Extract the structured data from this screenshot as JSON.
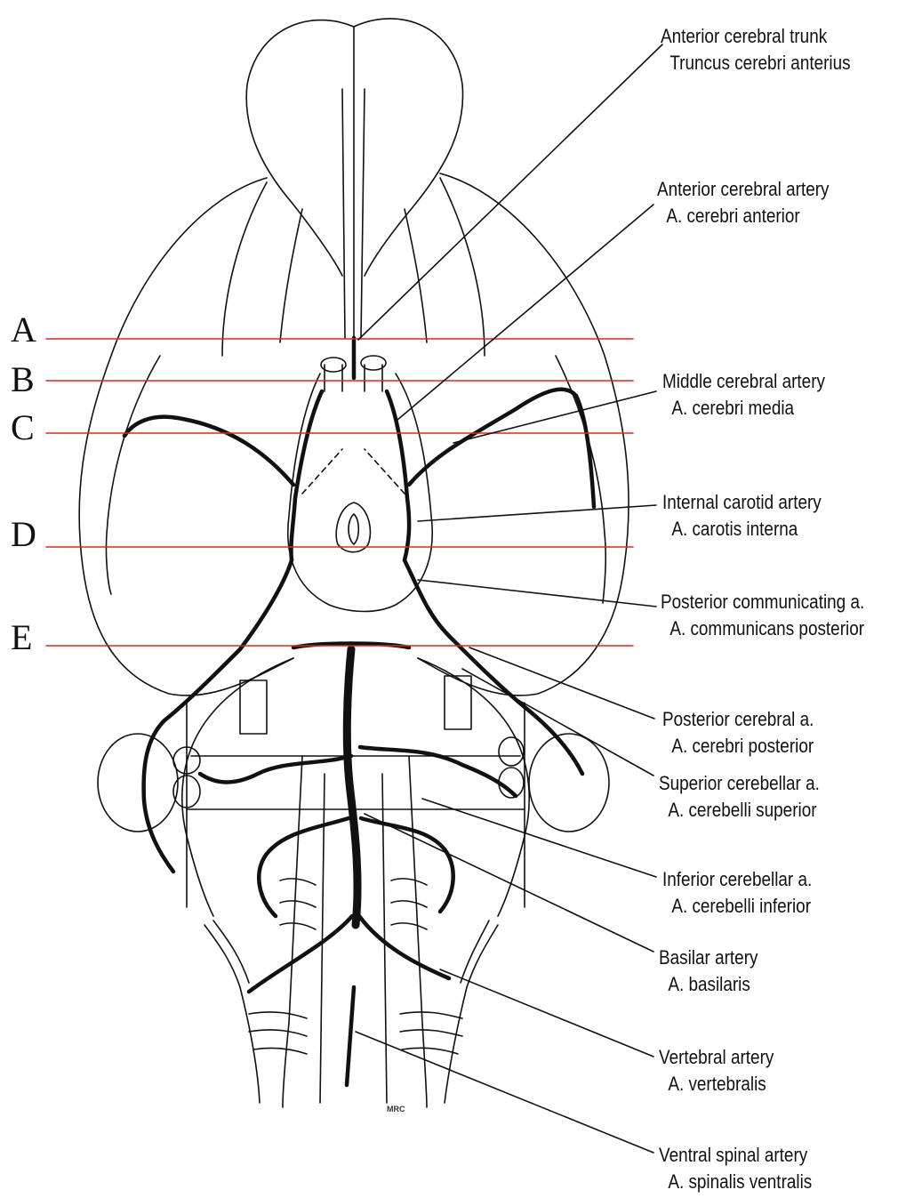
{
  "levels": {
    "A": "A",
    "B": "B",
    "C": "C",
    "D": "D",
    "E": "E",
    "line_color": "#e8231b"
  },
  "labels": [
    {
      "id": "anterior-cerebral-trunk",
      "english": "Anterior cerebral trunk",
      "latin": "Truncus cerebri anterius"
    },
    {
      "id": "anterior-cerebral-artery",
      "english": "Anterior cerebral artery",
      "latin": "A. cerebri anterior"
    },
    {
      "id": "middle-cerebral-artery",
      "english": "Middle cerebral artery",
      "latin": "A. cerebri media"
    },
    {
      "id": "internal-carotid-artery",
      "english": "Internal carotid artery",
      "latin": "A. carotis interna"
    },
    {
      "id": "posterior-communicating",
      "english": "Posterior communicating a.",
      "latin": "A. communicans posterior"
    },
    {
      "id": "posterior-cerebral",
      "english": "Posterior cerebral a.",
      "latin": "A. cerebri posterior"
    },
    {
      "id": "superior-cerebellar",
      "english": "Superior cerebellar a.",
      "latin": "A. cerebelli superior"
    },
    {
      "id": "inferior-cerebellar",
      "english": "Inferior cerebellar a.",
      "latin": "A. cerebelli inferior"
    },
    {
      "id": "basilar-artery",
      "english": "Basilar artery",
      "latin": "A. basilaris"
    },
    {
      "id": "vertebral-artery",
      "english": "Vertebral artery",
      "latin": "A. vertebralis"
    },
    {
      "id": "ventral-spinal-artery",
      "english": "Ventral spinal artery",
      "latin": "A. spinalis ventralis"
    }
  ],
  "signature": "MRC"
}
